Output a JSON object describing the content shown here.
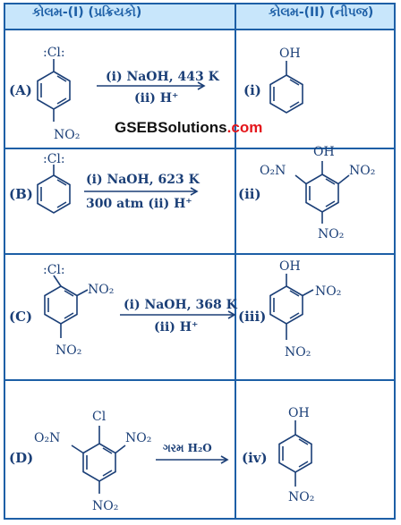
{
  "header": {
    "col1": "કોલમ-(I) (પ્રક્રિયકો)",
    "col2": "કોલમ-(II) (નીપજ)"
  },
  "watermark": {
    "part1": "GSEB",
    "part2": "Solutions",
    "part3": ".com"
  },
  "rows": [
    {
      "label": "(A)",
      "cond1": "(i) NaOH, 443 K",
      "cond2": "(ii) H⁺",
      "product_label": "(i)"
    },
    {
      "label": "(B)",
      "cond1": "(i) NaOH, 623 K",
      "cond2": "300 atm (ii) H⁺",
      "product_label": "(ii)"
    },
    {
      "label": "(C)",
      "cond1": "(i) NaOH, 368 K",
      "cond2": "(ii) H⁺",
      "product_label": "(iii)"
    },
    {
      "label": "(D)",
      "cond1": "ગરમ H₂O",
      "cond2": "",
      "product_label": "(iv)"
    }
  ],
  "atoms": {
    "cl_lone": ":Cl:",
    "cl": "Cl",
    "oh": "OH",
    "no2": "NO₂",
    "o2n": "O₂N"
  },
  "colors": {
    "border": "#1d5fa6",
    "header_bg": "#c8e6fb",
    "text": "#1b3f77",
    "watermark_red": "#e4161b"
  }
}
